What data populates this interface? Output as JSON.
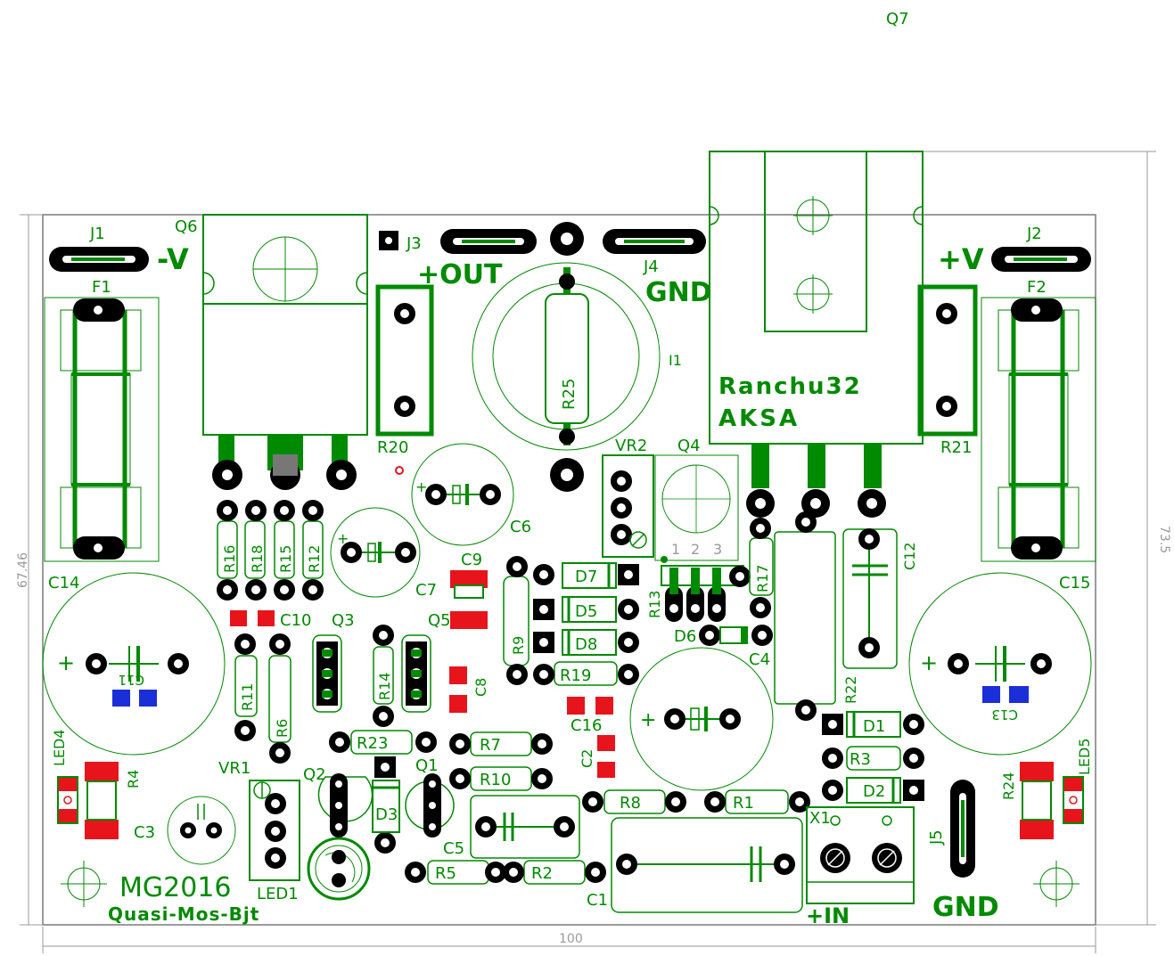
{
  "colors": {
    "silk": "#008a00",
    "outline": "#008a00",
    "pad": "#000000",
    "smd_red": "#e8141c",
    "smd_blue": "#1a2fd8",
    "dim": "#9a9a9a"
  },
  "board": {
    "title": "MG2016",
    "subtitle": "Quasi-Mos-Bjt",
    "brand_line1": "Ranchu32",
    "brand_line2": "AKSA",
    "text_minus_v": "-V",
    "text_plus_v": "+V",
    "text_plus_out": "+OUT",
    "text_gnd_top": "GND",
    "text_gnd_bottom": "GND",
    "text_plus_in": "+IN",
    "pin_numbers": [
      "1",
      "2",
      "3"
    ]
  },
  "dimensions": {
    "width": "100",
    "height_left": "67.46",
    "height_right": "73.5"
  },
  "refdes": {
    "Q7": "Q7",
    "Q6": "Q6",
    "J1": "J1",
    "J2": "J2",
    "J3": "J3",
    "J4": "J4",
    "J5": "J5",
    "F1": "F1",
    "F2": "F2",
    "R20": "R20",
    "R21": "R21",
    "R25": "R25",
    "I1": "I1",
    "VR2": "VR2",
    "Q4": "Q4",
    "C6": "C6",
    "C7": "C7",
    "C9": "C9",
    "C14": "C14",
    "C15": "C15",
    "R16": "R16",
    "R18": "R18",
    "R15": "R15",
    "R12": "R12",
    "C10": "C10",
    "Q3": "Q3",
    "Q5": "Q5",
    "D7": "D7",
    "D5": "D5",
    "D8": "D8",
    "R13": "R13",
    "R17": "R17",
    "C12": "C12",
    "D6": "D6",
    "C4": "C4",
    "R9": "R9",
    "R19": "R19",
    "R22": "R22",
    "C11": "C11",
    "C13": "C13",
    "R11": "R11",
    "R6": "R6",
    "R14": "R14",
    "C8": "C8",
    "C16": "C16",
    "C2": "C2",
    "D1": "D1",
    "R3": "R3",
    "D2": "D2",
    "LED4": "LED4",
    "R4": "R4",
    "VR1": "VR1",
    "Q2": "Q2",
    "Q1": "Q1",
    "R23": "R23",
    "R7": "R7",
    "R10": "R10",
    "D3": "D3",
    "R8": "R8",
    "R1": "R1",
    "LED5": "LED5",
    "R24": "R24",
    "C3": "C3",
    "C5": "C5",
    "X1": "X1",
    "R5": "R5",
    "R2": "R2",
    "C1": "C1",
    "LED1": "LED1"
  }
}
